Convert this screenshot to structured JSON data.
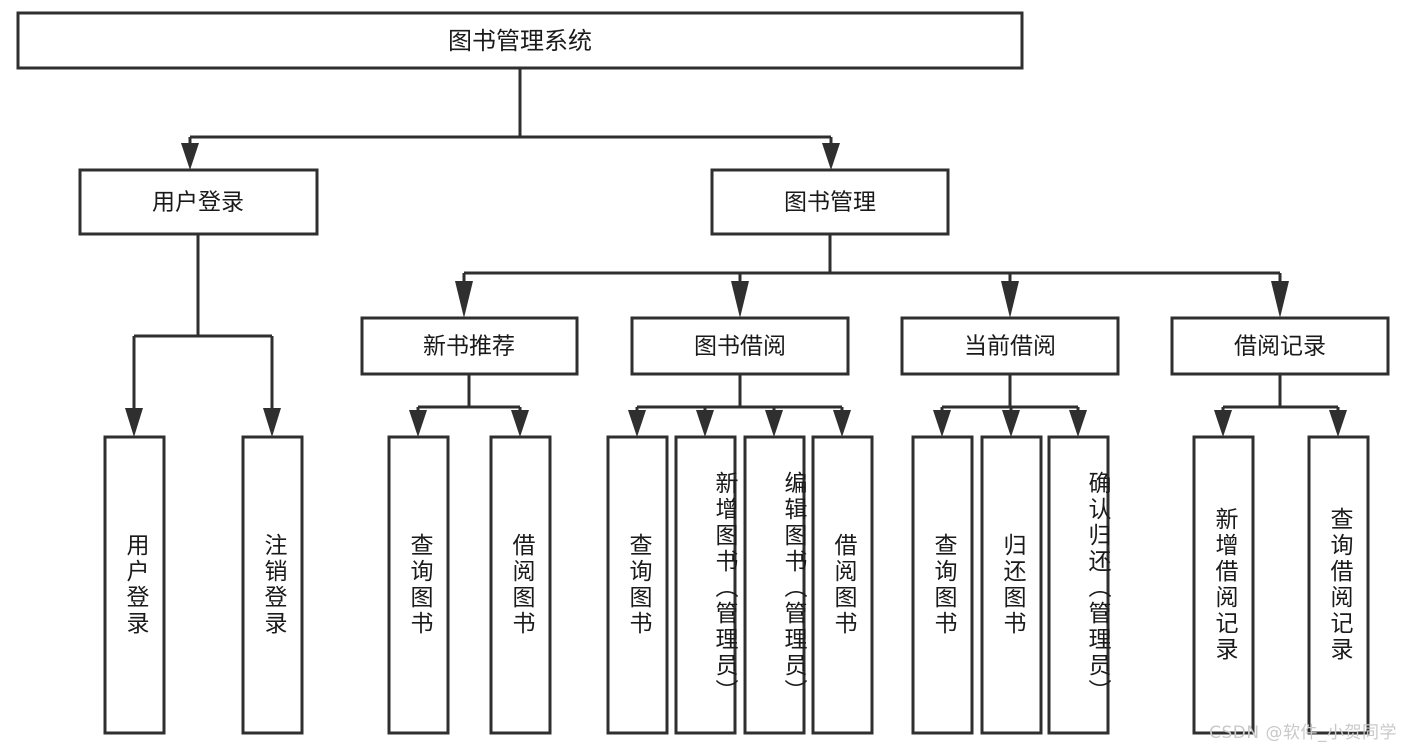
{
  "diagram": {
    "type": "tree-hierarchy",
    "title": "图书管理系统",
    "orientation": "top-down",
    "colors": {
      "stroke": "#2f2f2f",
      "fill": "#ffffff",
      "text": "#1a1a1a",
      "watermark": "#c9c9c9"
    },
    "root": {
      "label": "图书管理系统"
    },
    "level1": [
      {
        "label": "用户登录"
      },
      {
        "label": "图书管理"
      }
    ],
    "level2": [
      {
        "label": "新书推荐"
      },
      {
        "label": "图书借阅"
      },
      {
        "label": "当前借阅"
      },
      {
        "label": "借阅记录"
      }
    ],
    "leaves": {
      "user_login": [
        {
          "label": "用户登录"
        },
        {
          "label": "注销登录"
        }
      ],
      "new_book_recommend": [
        {
          "label": "查询图书"
        },
        {
          "label": "借阅图书"
        }
      ],
      "book_borrow": [
        {
          "label": "查询图书"
        },
        {
          "label": "新增图书（管理员）"
        },
        {
          "label": "编辑图书（管理员）"
        },
        {
          "label": "借阅图书"
        }
      ],
      "current_borrow": [
        {
          "label": "查询图书"
        },
        {
          "label": "归还图书"
        },
        {
          "label": "确认归还（管理员）"
        }
      ],
      "borrow_record": [
        {
          "label": "新增借阅记录"
        },
        {
          "label": "查询借阅记录"
        }
      ]
    }
  },
  "watermark": {
    "text": "CSDN @软件_小贺同学"
  }
}
